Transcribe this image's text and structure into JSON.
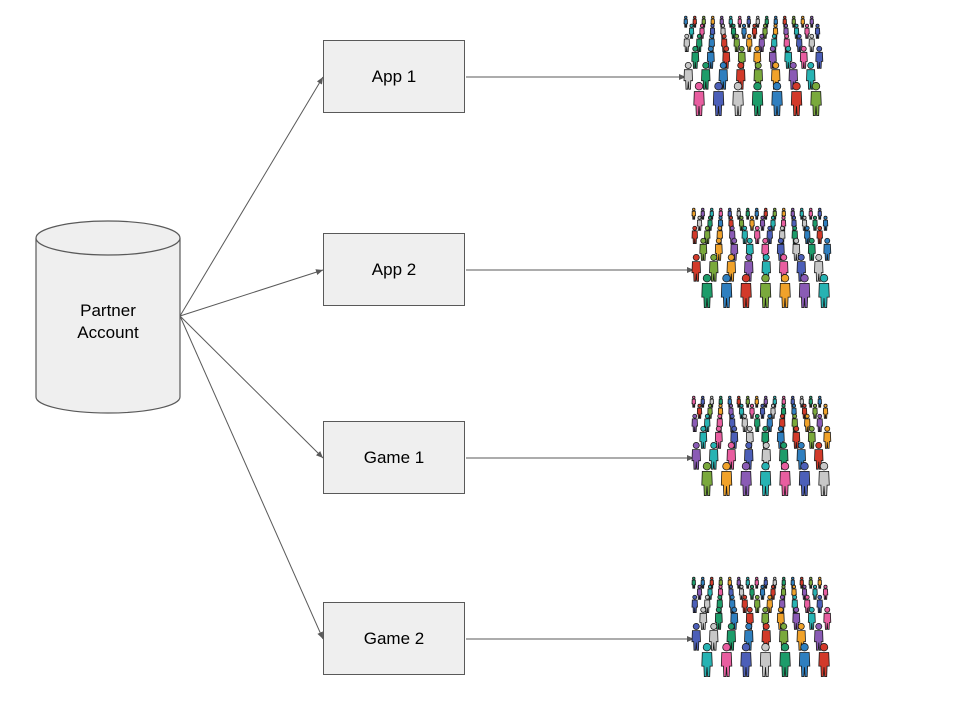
{
  "source": {
    "label_lines": [
      "Partner",
      "Account"
    ]
  },
  "targets": [
    {
      "label": "App 1"
    },
    {
      "label": "App 2"
    },
    {
      "label": "Game 1"
    },
    {
      "label": "Game 2"
    }
  ],
  "crowd_icon": "crowd-of-people-icon",
  "colors": {
    "box_fill": "#efefef",
    "stroke": "#595959",
    "db_fill": "#efefef",
    "people": [
      "#2f7fbf",
      "#d23a2a",
      "#7aa93c",
      "#f0a22a",
      "#8a5bb5",
      "#27b3b3",
      "#e85ea0",
      "#4c5fb8",
      "#c8c8c8",
      "#1d9c6a"
    ]
  }
}
